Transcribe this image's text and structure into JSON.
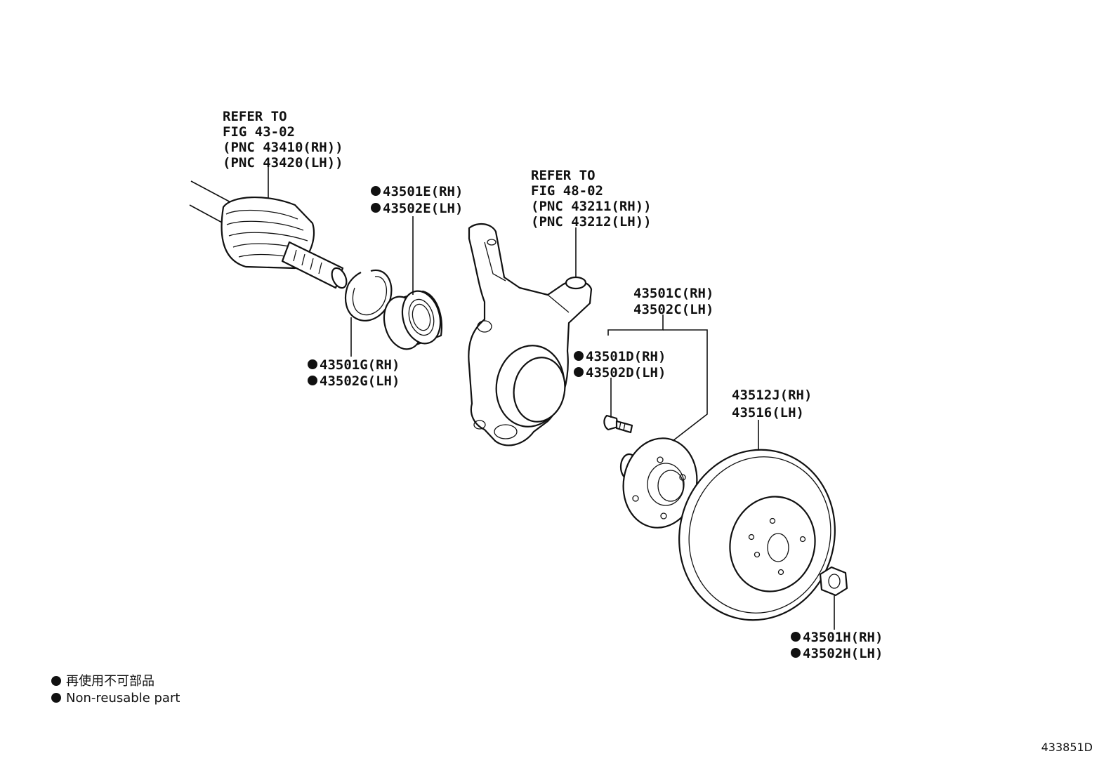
{
  "labels": {
    "driveshaft": [
      "REFER TO",
      "FIG 43-02",
      "(PNC 43410(RH))",
      "(PNC 43420(LH))"
    ],
    "knuckle": [
      "REFER TO",
      "FIG 48-02",
      "(PNC 43211(RH))",
      "(PNC 43212(LH))"
    ],
    "bearing": [
      "43501E(RH)",
      "43502E(LH)"
    ],
    "snap_ring": [
      "43501G(RH)",
      "43502G(LH)"
    ],
    "hub": [
      "43501C(RH)",
      "43502C(LH)"
    ],
    "hub_bolt": [
      "43501D(RH)",
      "43502D(LH)"
    ],
    "disc": [
      "43512J(RH)",
      "43516(LH)"
    ],
    "nut": [
      "43501H(RH)",
      "43502H(LH)"
    ]
  },
  "legend": {
    "japanese": "再使用不可部品",
    "english": "Non-reusable part"
  },
  "figure_id": "433851D",
  "colors": {
    "ink": "#111111",
    "background": "#ffffff"
  }
}
